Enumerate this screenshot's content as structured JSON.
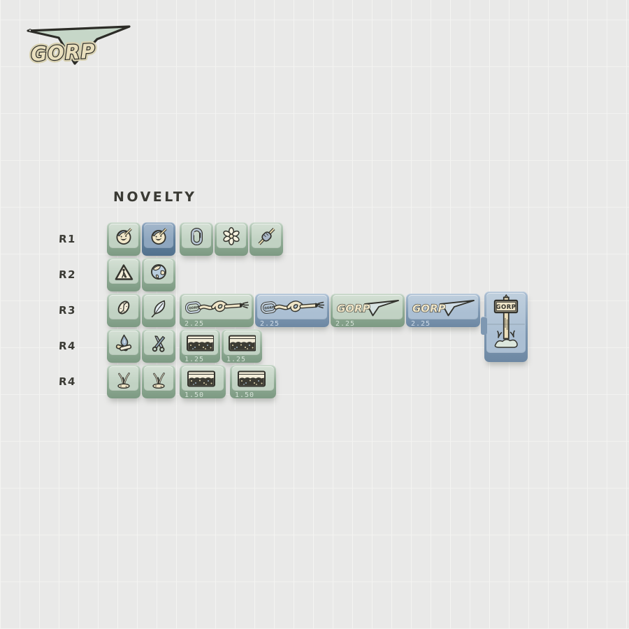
{
  "brand": {
    "name": "GORP"
  },
  "heading": "NOVELTY",
  "canvas": {
    "background": "#e9e9e8",
    "grid_line": "#f4f4f2",
    "ink": "#33332d"
  },
  "palette": {
    "green": {
      "name": "sage-green",
      "face": "#c1d2c3",
      "face_light": "#d4e0d4",
      "side": "#8fab94",
      "side_dark": "#7d9a83",
      "label": "#d6e2d8"
    },
    "blue": {
      "name": "slate-blue",
      "face": "#abbfd3",
      "face_light": "#bfcfdd",
      "side": "#7e98b2",
      "side_dark": "#6d88a3",
      "label": "#d0dde9"
    },
    "darkblue": {
      "name": "storm-blue",
      "face": "#8ea6bf",
      "face_light": "#a3b7cb",
      "side": "#5f7e9a",
      "side_dark": "#52718d",
      "label": "#c2d1de"
    }
  },
  "icon_palette": {
    "ink": "#33332d",
    "cream": "#f0e6c8",
    "cream_dark": "#e5d8ae",
    "slate": "#9db2c6",
    "bag_fill": "#3c3b33",
    "mound_green": "#dce7dd"
  },
  "keyboard": {
    "rows": [
      {
        "label": "R1",
        "keys": [
          {
            "icon": "trail-mix-bowl",
            "color": "green",
            "u": 1
          },
          {
            "icon": "trail-mix-bowl",
            "color": "darkblue",
            "u": 1
          },
          {
            "icon": "carabiner",
            "color": "green",
            "u": 1,
            "gap_before": true
          },
          {
            "icon": "flower",
            "color": "green",
            "u": 1
          },
          {
            "icon": "marshmallow-skewer",
            "color": "green",
            "u": 1
          }
        ]
      },
      {
        "label": "R2",
        "keys": [
          {
            "icon": "hiker-sign",
            "color": "green",
            "u": 1
          },
          {
            "icon": "earth",
            "color": "green",
            "u": 1
          }
        ]
      },
      {
        "label": "R3",
        "keys": [
          {
            "icon": "coffee-bean",
            "color": "green",
            "u": 1
          },
          {
            "icon": "leaf",
            "color": "green",
            "u": 1
          },
          {
            "icon": "rope-knot",
            "color": "green",
            "u": 2.25,
            "size_label": "2.25",
            "gap_before": true
          },
          {
            "icon": "rope-knot",
            "color": "blue",
            "u": 2.25,
            "size_label": "2.25"
          },
          {
            "icon": "gorp-swoosh",
            "color": "green",
            "u": 2.25,
            "size_label": "2.25"
          },
          {
            "icon": "gorp-swoosh",
            "color": "blue",
            "u": 2.25,
            "size_label": "2.25"
          },
          {
            "icon": "gorp-signpost",
            "color": "blue",
            "u": 1.25,
            "tall": true,
            "gap_before": true
          }
        ]
      },
      {
        "label": "R4",
        "keys": [
          {
            "icon": "campfire",
            "color": "green",
            "u": 1
          },
          {
            "icon": "multitool",
            "color": "green",
            "u": 1
          },
          {
            "icon": "trail-mix-bag",
            "color": "green",
            "u": 1.25,
            "size_label": "1.25",
            "gap_before": true
          },
          {
            "icon": "trail-mix-bag",
            "color": "green",
            "u": 1.25,
            "size_label": "1.25"
          }
        ]
      },
      {
        "label": "R4",
        "keys": [
          {
            "icon": "grass-sprout",
            "color": "green",
            "u": 1
          },
          {
            "icon": "grass-sprout",
            "color": "green",
            "u": 1
          },
          {
            "icon": "trail-mix-bag",
            "color": "green",
            "u": 1.5,
            "size_label": "1.50",
            "gap_before": true
          },
          {
            "icon": "trail-mix-bag",
            "color": "green",
            "u": 1.5,
            "size_label": "1.50",
            "gap_before": true
          }
        ]
      }
    ]
  }
}
